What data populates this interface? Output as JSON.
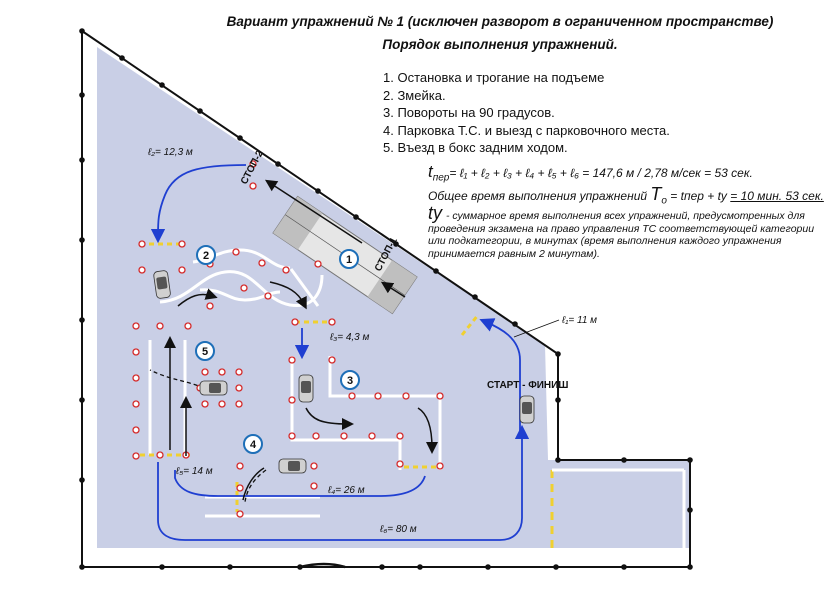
{
  "header": {
    "title": "Вариант упражнений № 1 (исключен разворот в ограниченном пространстве)",
    "subtitle": "Порядок выполнения упражнений."
  },
  "exercises": [
    "1. Остановка и трогание на подъеме",
    "2. Змейка.",
    "3. Повороты на 90 градусов.",
    "4. Парковка Т.С. и выезд с парковочного места.",
    "5. Въезд в бокс задним ходом."
  ],
  "formula_speed": {
    "t_symbol": "t",
    "t_sub": "пер",
    "expression": "= ℓ₁ + ℓ₂ + ℓ₃ + ℓ₄ + ℓ₅ + ℓ₆ = 147,6 м / 2,78 м/сек = 53 сек."
  },
  "formula_total": {
    "label": "Общее время выполнения упражнений",
    "T_symbol": "T",
    "T_sub": "о",
    "expression": "= tпер + ty",
    "result": "= 10 мин. 53 сек."
  },
  "note": {
    "symbol": "ty",
    "text": "- суммарное время выполнения всех упражнений, предусмотренных для проведения экзамена на право управления ТС соответствующей категории или подкатегории, в минутах (время выполнения каждого упражнения принимается равным 2 минутам)."
  },
  "segments": {
    "l1": "ℓ₁= 11 м",
    "l2": "ℓ₂= 12,3 м",
    "l3": "ℓ₃= 4,3 м",
    "l4": "ℓ₄= 26 м",
    "l5": "ℓ₅= 14 м",
    "l6": "ℓ₆= 80 м"
  },
  "markers": [
    "1",
    "2",
    "3",
    "4",
    "5"
  ],
  "signs": {
    "stop1": "СТОП-1",
    "stop2": "СТОП-2",
    "start_finish": "СТАРТ - ФИНИШ"
  },
  "colors": {
    "ground": "#c9cfe6",
    "route": "#1f3fd1",
    "cones": "#d42a2a",
    "boundary": "#111111",
    "marker": "#1e6fb8"
  }
}
